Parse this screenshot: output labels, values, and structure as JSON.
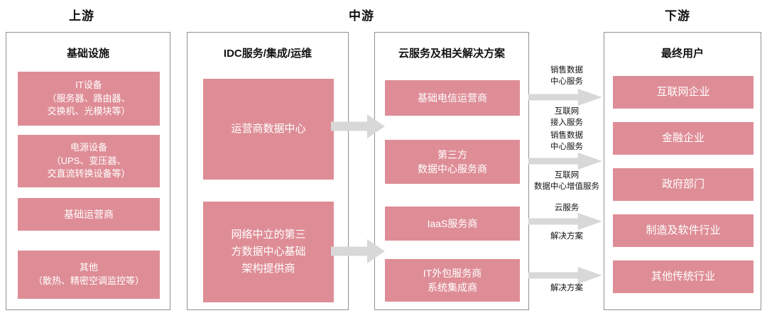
{
  "segments": {
    "upstream": "上游",
    "midstream": "中游",
    "downstream": "下游"
  },
  "colors": {
    "node_pink": "#de8d96",
    "arrow_gray": "#d8d8d8",
    "column_border": "#919191",
    "node_text": "#ffffff",
    "label_text": "#111111"
  },
  "columns": [
    {
      "title": "基础设施",
      "items": [
        "IT设备\n（服务器、路由器、\n交换机、光模块等）",
        "电源设备\n（UPS、变压器、\n交直流转换设备等）",
        "基础运营商",
        "其他\n（散热、精密空调监控等）"
      ]
    },
    {
      "title": "IDC服务/集成/运维",
      "items": [
        "运营商数据中心",
        "网络中立的第三\n方数据中心基础\n架构提供商"
      ]
    },
    {
      "title": "云服务及相关解决方案",
      "items": [
        "基础电信运营商",
        "第三方\n数据中心服务商",
        "IaaS服务商",
        "IT外包服务商\n系统集成商"
      ]
    },
    {
      "title": "最终用户",
      "items": [
        "互联网企业",
        "金融企业",
        "政府部门",
        "制造及软件行业",
        "其他传统行业"
      ]
    }
  ],
  "flow_labels": [
    {
      "above": "销售数据\n中心服务",
      "below": "互联网\n接入服务"
    },
    {
      "above": "销售数据\n中心服务",
      "below": "互联网\n数据中心增值服务"
    },
    {
      "above": "云服务",
      "below": "解决方案"
    },
    {
      "above": "",
      "below": "解决方案"
    }
  ]
}
